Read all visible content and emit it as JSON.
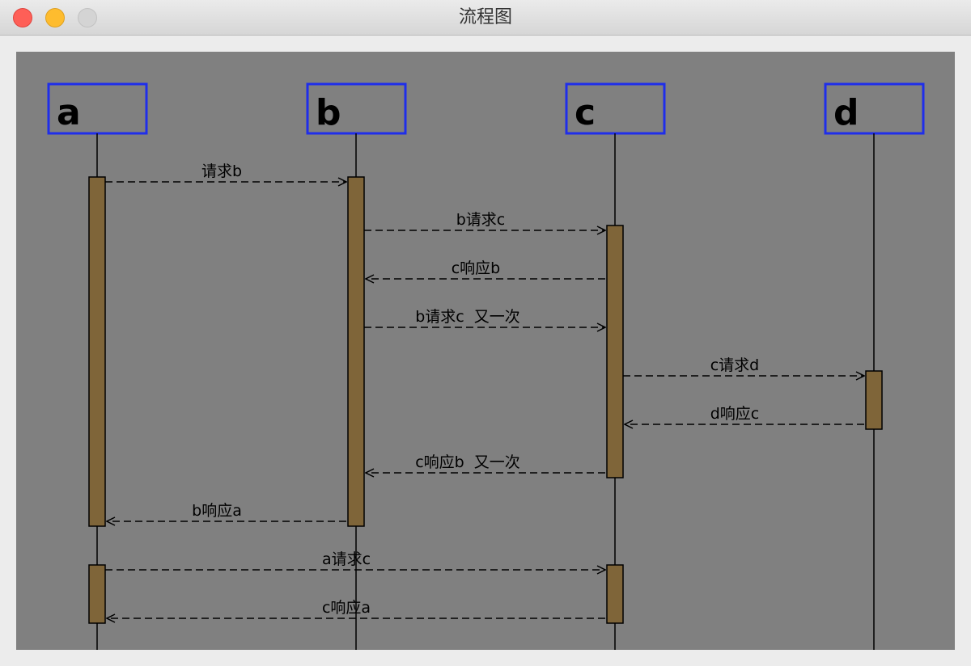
{
  "window": {
    "title": "流程图",
    "controls": [
      "close-icon",
      "minimize-icon",
      "zoom-icon"
    ]
  },
  "diagram": {
    "background_color": "#808080",
    "box_border_color": "#1f2eea",
    "activation_color": "#7f6539",
    "participants": [
      "a",
      "b",
      "c",
      "d"
    ],
    "messages": [
      {
        "from": "a",
        "to": "b",
        "label": "请求b"
      },
      {
        "from": "b",
        "to": "c",
        "label": "b请求c"
      },
      {
        "from": "c",
        "to": "b",
        "label": "c响应b"
      },
      {
        "from": "b",
        "to": "c",
        "label": "b请求c  又一次"
      },
      {
        "from": "c",
        "to": "d",
        "label": "c请求d"
      },
      {
        "from": "d",
        "to": "c",
        "label": "d响应c"
      },
      {
        "from": "c",
        "to": "b",
        "label": "c响应b  又一次"
      },
      {
        "from": "b",
        "to": "a",
        "label": "b响应a"
      },
      {
        "from": "a",
        "to": "c",
        "label": "a请求c"
      },
      {
        "from": "c",
        "to": "a",
        "label": "c响应a"
      }
    ]
  }
}
